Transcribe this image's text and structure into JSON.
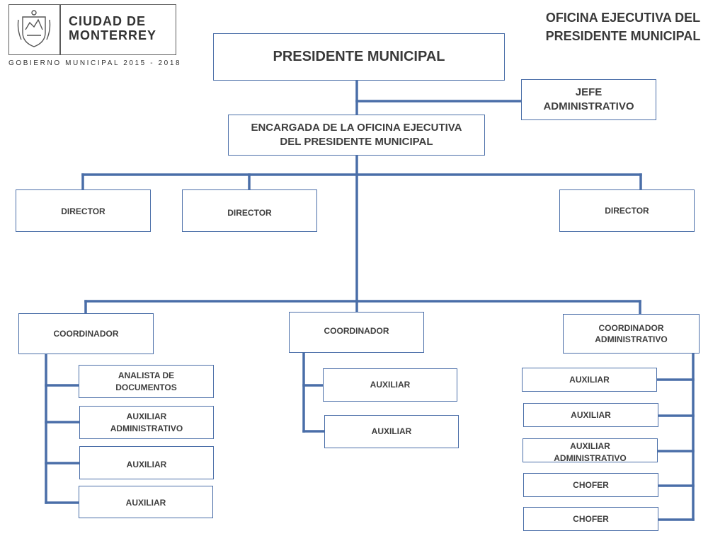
{
  "header": {
    "city_name_line1": "CIUDAD DE",
    "city_name_line2": "MONTERREY",
    "government": "GOBIERNO MUNICIPAL 2015 - 2018",
    "title_line1": "OFICINA EJECUTIVA DEL",
    "title_line2": "PRESIDENTE MUNICIPAL"
  },
  "org": {
    "president": "PRESIDENTE MUNICIPAL",
    "jefe_line1": "JEFE",
    "jefe_line2": "ADMINISTRATIVO",
    "encargada_line1": "ENCARGADA DE LA OFICINA EJECUTIVA",
    "encargada_line2": "DEL PRESIDENTE MUNICIPAL",
    "directors": [
      "DIRECTOR",
      "DIRECTOR",
      "DIRECTOR"
    ],
    "coordinator_left": "COORDINADOR",
    "coordinator_center": "COORDINADOR",
    "coordinator_right_line1": "COORDINADOR",
    "coordinator_right_line2": "ADMINISTRATIVO",
    "left_staff": [
      [
        "ANALISTA DE",
        "DOCUMENTOS"
      ],
      [
        "AUXILIAR",
        "ADMINISTRATIVO"
      ],
      [
        "AUXILIAR"
      ],
      [
        "AUXILIAR"
      ]
    ],
    "center_staff": [
      "AUXILIAR",
      "AUXILIAR"
    ],
    "right_staff": [
      [
        "AUXILIAR"
      ],
      [
        "AUXILIAR"
      ],
      [
        "AUXILIAR",
        "ADMINISTRATIVO"
      ],
      [
        "CHOFER"
      ],
      [
        "CHOFER"
      ]
    ]
  },
  "colors": {
    "line": "#4a6ea8",
    "text": "#3e3e3e"
  }
}
